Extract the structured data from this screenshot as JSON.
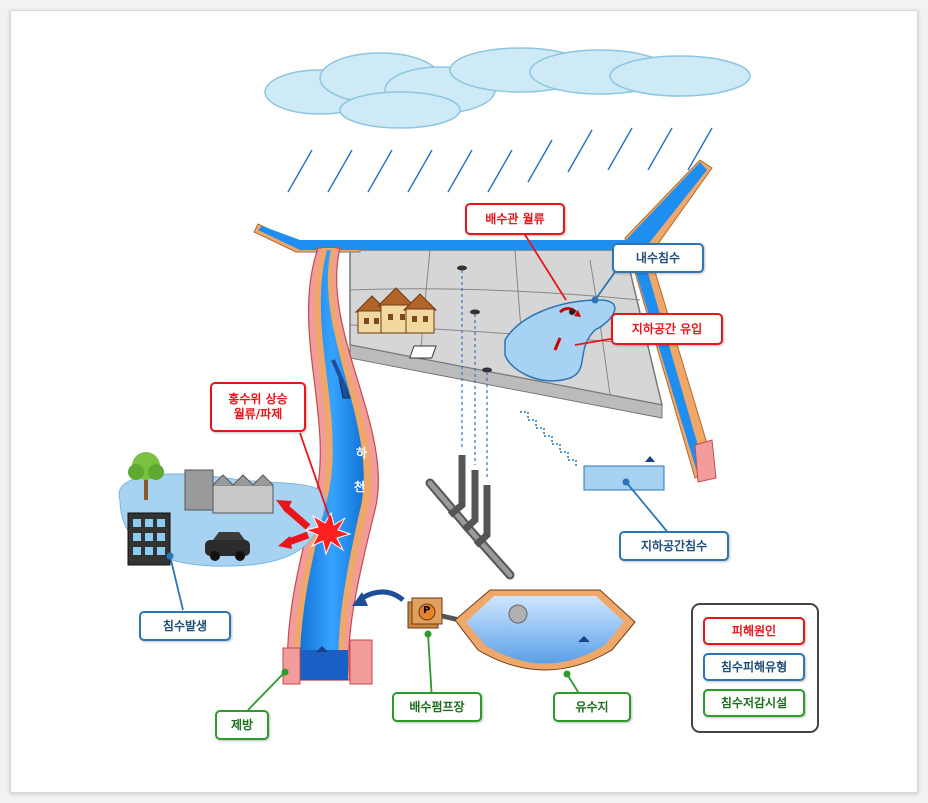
{
  "labels": {
    "pipe_overflow": "배수관 월류",
    "inland_flood": "내수침수",
    "underground_inflow": "지하공간 유입",
    "levee_break_line1": "홍수위 상승",
    "levee_break_line2": "월류/파제",
    "underground_flood": "지하공간침수",
    "flood_occurrence": "침수발생",
    "levee": "제방",
    "pump_station": "배수펌프장",
    "retention_pond": "유수지",
    "river_char1": "하",
    "river_char2": "천",
    "pump_symbol": "P"
  },
  "legend": {
    "cause": "피해원인",
    "damage_type": "침수피해유형",
    "facility": "침수저감시설"
  },
  "colors": {
    "cause": "#e8151b",
    "damage_type": "#2e75b6",
    "facility": "#2e9a2e",
    "river": "#1e8ef0",
    "levee": "#f0a86a",
    "ground": "#d6d6d6"
  }
}
